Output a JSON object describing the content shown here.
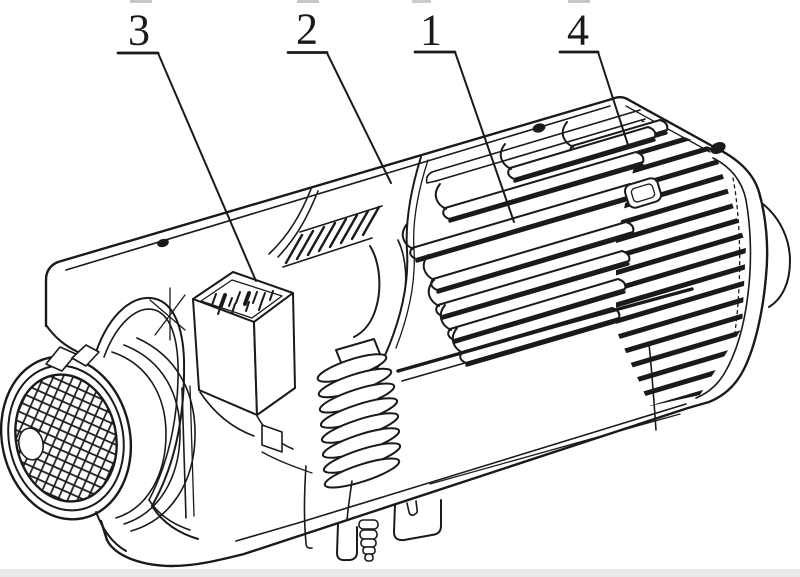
{
  "figure": {
    "type": "patent-line-drawing",
    "subject": "parking air heater isometric view",
    "colors": {
      "line": "#1a1a1a",
      "background": "#ffffff",
      "scan_strip": "#e9e9e7"
    },
    "callouts": [
      {
        "label": "3"
      },
      {
        "label": "2"
      },
      {
        "label": "1"
      },
      {
        "label": "4"
      }
    ]
  }
}
